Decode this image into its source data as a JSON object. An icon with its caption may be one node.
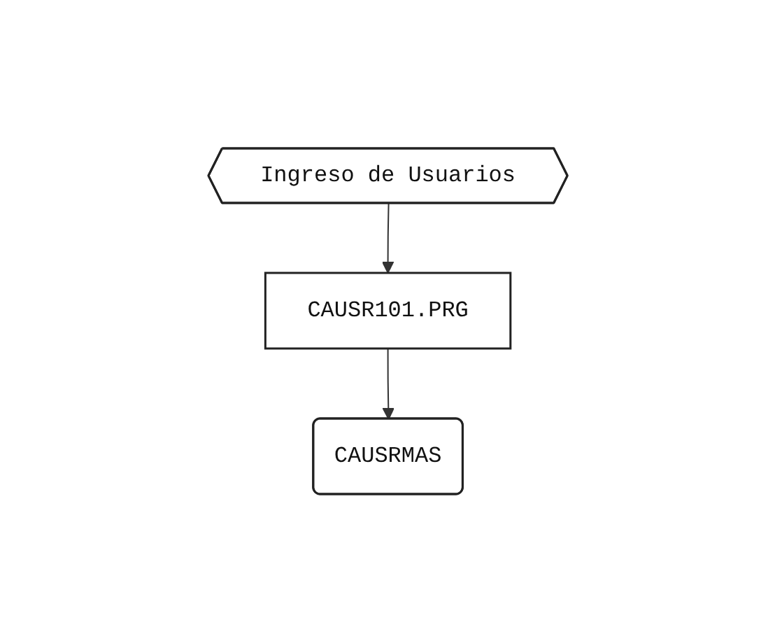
{
  "diagram": {
    "nodes": [
      {
        "text": [
          "Ingreso de Usuarios"
        ]
      },
      {
        "text": [
          "CAUSR101.PRG"
        ]
      },
      {
        "text": [
          "CAUSRMAS"
        ]
      }
    ],
    "edges": [
      {
        "from": 0,
        "to": 1,
        "arrow": "to"
      },
      {
        "from": 1,
        "to": 2,
        "arrow": "to"
      }
    ]
  }
}
